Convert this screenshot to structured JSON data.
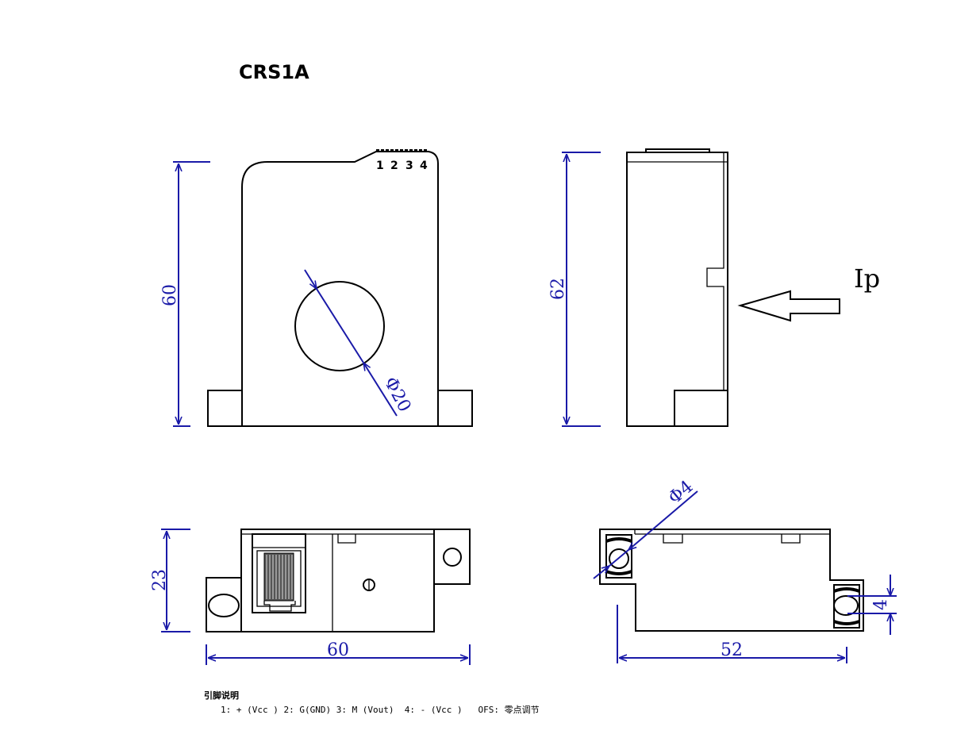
{
  "title": "CRS1A",
  "front_view": {
    "pins": [
      "1",
      "2",
      "3",
      "4"
    ],
    "height_dim": "60",
    "hole_dim": "Φ20"
  },
  "side_view": {
    "height_dim": "62",
    "current_label": "Ip"
  },
  "bottom_left_view": {
    "height_dim": "23",
    "width_dim": "60"
  },
  "bottom_right_view": {
    "hole_dim": "Φ4",
    "width_dim": "52",
    "slot_dim": "4"
  },
  "notes": {
    "heading": "引脚说明",
    "line": "1: + (Vcc ) 2: G(GND) 3: M (Vout)  4: - (Vcc )   OFS: 零点调节"
  },
  "colors": {
    "dimension": "#1a1aa8",
    "outline": "#000000"
  }
}
